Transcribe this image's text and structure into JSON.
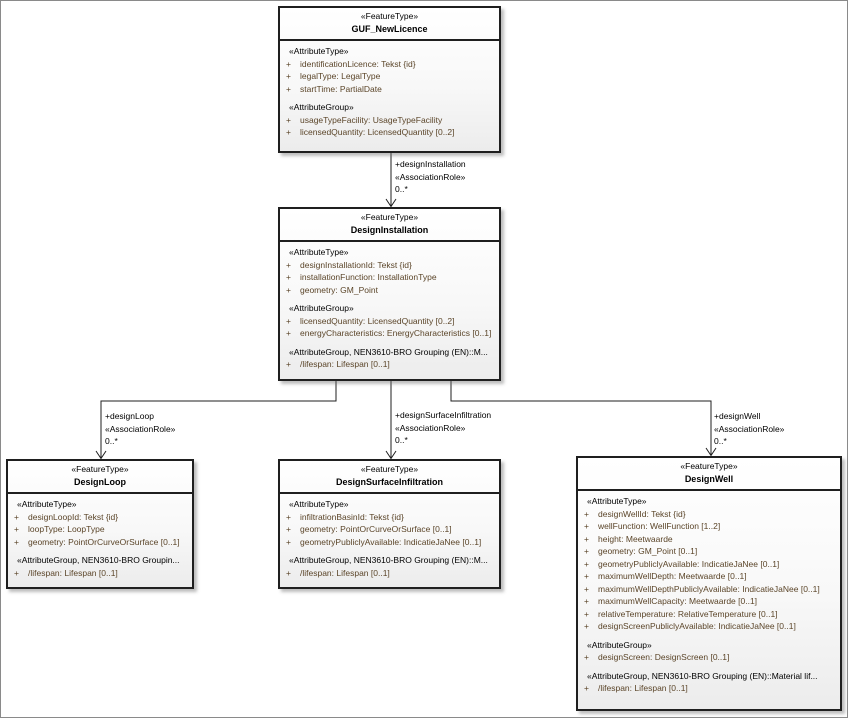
{
  "colors": {
    "box_border": "#1f1f1f",
    "attribute_text": "#5b4529",
    "header_text": "#000000",
    "connector": "#1f1f1f"
  },
  "classes": [
    {
      "stereotype": "«FeatureType»",
      "name": "GUF_NewLicence",
      "sections": [
        {
          "header": "«AttributeType»",
          "attributes": [
            {
              "vis": "+",
              "text": "identificationLicence: Tekst {id}"
            },
            {
              "vis": "+",
              "text": "legalType: LegalType"
            },
            {
              "vis": "+",
              "text": "startTime: PartialDate"
            }
          ]
        },
        {
          "header": "«AttributeGroup»",
          "attributes": [
            {
              "vis": "+",
              "text": "usageTypeFacility: UsageTypeFacility"
            },
            {
              "vis": "+",
              "text": "licensedQuantity: LicensedQuantity [0..2]"
            }
          ]
        }
      ]
    },
    {
      "stereotype": "«FeatureType»",
      "name": "DesignInstallation",
      "sections": [
        {
          "header": "«AttributeType»",
          "attributes": [
            {
              "vis": "+",
              "text": "designInstallationId: Tekst {id}"
            },
            {
              "vis": "+",
              "text": "installationFunction: InstallationType"
            },
            {
              "vis": "+",
              "text": "geometry: GM_Point"
            }
          ]
        },
        {
          "header": "«AttributeGroup»",
          "attributes": [
            {
              "vis": "+",
              "text": "licensedQuantity: LicensedQuantity [0..2]"
            },
            {
              "vis": "+",
              "text": "energyCharacteristics: EnergyCharacteristics [0..1]"
            }
          ]
        },
        {
          "header": "«AttributeGroup, NEN3610-BRO Grouping (EN)::M...",
          "attributes": [
            {
              "vis": "+",
              "text": "/lifespan: Lifespan [0..1]"
            }
          ]
        }
      ]
    },
    {
      "stereotype": "«FeatureType»",
      "name": "DesignLoop",
      "sections": [
        {
          "header": "«AttributeType»",
          "attributes": [
            {
              "vis": "+",
              "text": "designLoopId: Tekst {id}"
            },
            {
              "vis": "+",
              "text": "loopType: LoopType"
            },
            {
              "vis": "+",
              "text": "geometry: PointOrCurveOrSurface [0..1]"
            }
          ]
        },
        {
          "header": "«AttributeGroup, NEN3610-BRO Groupin...",
          "attributes": [
            {
              "vis": "+",
              "text": "/lifespan: Lifespan [0..1]"
            }
          ]
        }
      ]
    },
    {
      "stereotype": "«FeatureType»",
      "name": "DesignSurfaceInfiltration",
      "sections": [
        {
          "header": "«AttributeType»",
          "attributes": [
            {
              "vis": "+",
              "text": "infiltrationBasinId: Tekst {id}"
            },
            {
              "vis": "+",
              "text": "geometry: PointOrCurveOrSurface [0..1]"
            },
            {
              "vis": "+",
              "text": "geometryPubliclyAvailable: IndicatieJaNee [0..1]"
            }
          ]
        },
        {
          "header": "«AttributeGroup, NEN3610-BRO Grouping (EN)::M...",
          "attributes": [
            {
              "vis": "+",
              "text": "/lifespan: Lifespan [0..1]"
            }
          ]
        }
      ]
    },
    {
      "stereotype": "«FeatureType»",
      "name": "DesignWell",
      "sections": [
        {
          "header": "«AttributeType»",
          "attributes": [
            {
              "vis": "+",
              "text": "designWellId: Tekst {id}"
            },
            {
              "vis": "+",
              "text": "wellFunction: WellFunction [1..2]"
            },
            {
              "vis": "+",
              "text": "height: Meetwaarde"
            },
            {
              "vis": "+",
              "text": "geometry: GM_Point [0..1]"
            },
            {
              "vis": "+",
              "text": "geometryPubliclyAvailable: IndicatieJaNee [0..1]"
            },
            {
              "vis": "+",
              "text": "maximumWellDepth: Meetwaarde [0..1]"
            },
            {
              "vis": "+",
              "text": "maximumWellDepthPubliclyAvailable: IndicatieJaNee [0..1]"
            },
            {
              "vis": "+",
              "text": "maximumWellCapacity: Meetwaarde [0..1]"
            },
            {
              "vis": "+",
              "text": "relativeTemperature: RelativeTemperature [0..1]"
            },
            {
              "vis": "+",
              "text": "designScreenPubliclyAvailable: IndicatieJaNee [0..1]"
            }
          ]
        },
        {
          "header": "«AttributeGroup»",
          "attributes": [
            {
              "vis": "+",
              "text": "designScreen: DesignScreen [0..1]"
            }
          ]
        },
        {
          "header": "«AttributeGroup, NEN3610-BRO Grouping (EN)::Material lif...",
          "attributes": [
            {
              "vis": "+",
              "text": "/lifespan: Lifespan [0..1]"
            }
          ]
        }
      ]
    }
  ],
  "associations": [
    {
      "role": "+designInstallation",
      "stereotype": "«AssociationRole»",
      "multiplicity": "0..*"
    },
    {
      "role": "+designLoop",
      "stereotype": "«AssociationRole»",
      "multiplicity": "0..*"
    },
    {
      "role": "+designSurfaceInfiltration",
      "stereotype": "«AssociationRole»",
      "multiplicity": "0..*"
    },
    {
      "role": "+designWell",
      "stereotype": "«AssociationRole»",
      "multiplicity": "0..*"
    }
  ]
}
